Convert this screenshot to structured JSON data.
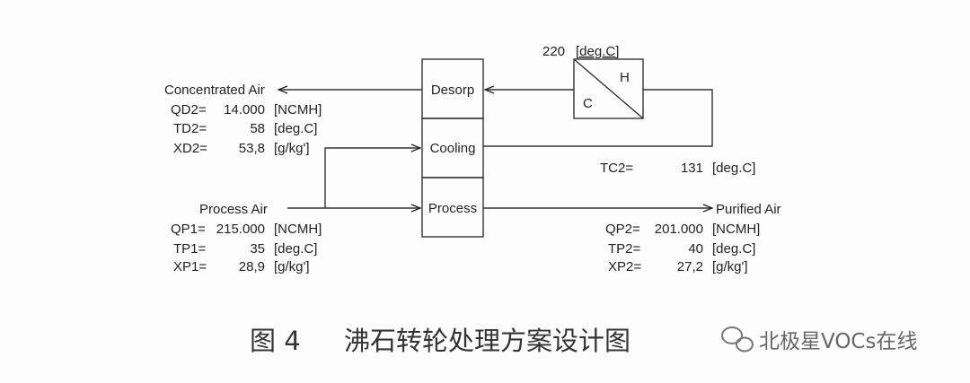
{
  "blocks": {
    "desorp": "Desorp",
    "cooling": "Cooling",
    "process": "Process"
  },
  "heater": {
    "hot_label": "H",
    "cold_label": "C",
    "temp_value": "220",
    "temp_unit": "[deg.C]"
  },
  "concentrated_air": {
    "title": "Concentrated Air",
    "rows": [
      {
        "label": "QD2=",
        "value": "14.000",
        "unit": "[NCMH]"
      },
      {
        "label": "TD2=",
        "value": "58",
        "unit": "[deg.C]"
      },
      {
        "label": "XD2=",
        "value": "53,8",
        "unit": "[g/kg']"
      }
    ]
  },
  "process_air": {
    "title": "Process Air",
    "rows": [
      {
        "label": "QP1=",
        "value": "215.000",
        "unit": "[NCMH]"
      },
      {
        "label": "TP1=",
        "value": "35",
        "unit": "[deg.C]"
      },
      {
        "label": "XP1=",
        "value": "28,9",
        "unit": "[g/kg']"
      }
    ]
  },
  "cooling_out": {
    "label": "TC2=",
    "value": "131",
    "unit": "[deg.C]"
  },
  "purified_air": {
    "title": "Purified Air",
    "rows": [
      {
        "label": "QP2=",
        "value": "201.000",
        "unit": "[NCMH]"
      },
      {
        "label": "TP2=",
        "value": "40",
        "unit": "[deg.C]"
      },
      {
        "label": "XP2=",
        "value": "27,2",
        "unit": "[g/kg']"
      }
    ]
  },
  "caption": {
    "figure_no": "图 4",
    "title": "沸石转轮处理方案设计图"
  },
  "watermark": {
    "text": "北极星VOCs在线",
    "icon": "wechat-icon"
  }
}
